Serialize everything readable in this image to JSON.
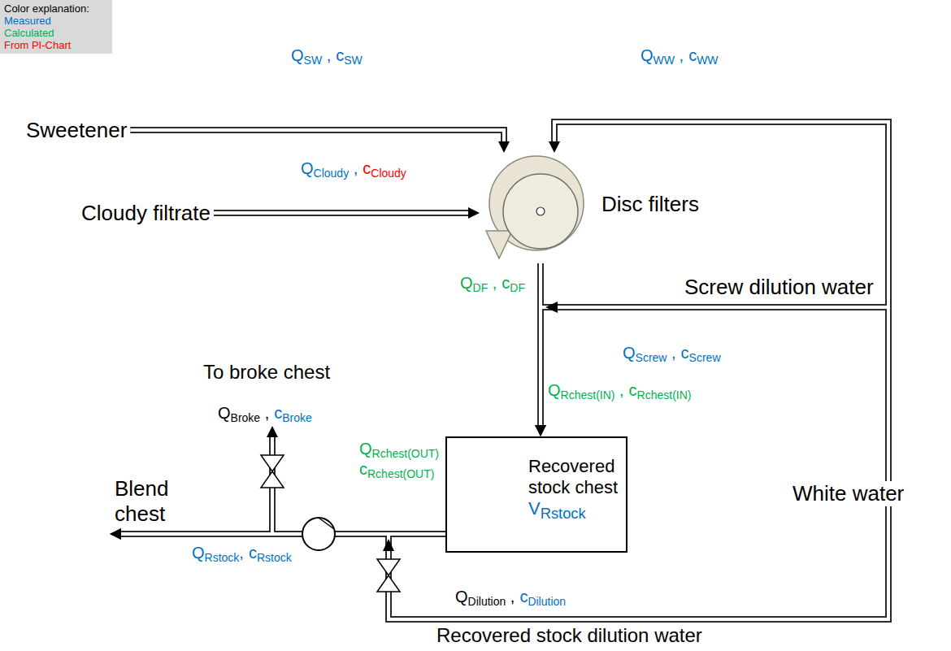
{
  "diagram": {
    "nodes": [
      {
        "text": [
          "Sweetener"
        ]
      },
      {
        "text": [
          "Cloudy filtrate"
        ]
      },
      {
        "text": [
          "Disc filters"
        ]
      },
      {
        "text": [
          "White water"
        ]
      },
      {
        "text": [
          "Recovered stock chest",
          "VRstock"
        ]
      },
      {
        "text": [
          "To broke chest"
        ]
      },
      {
        "text": [
          "Blend chest"
        ]
      }
    ],
    "edges": [
      {
        "from": 0,
        "to": 2,
        "arrow": "to"
      },
      {
        "from": 1,
        "to": 2,
        "arrow": "to"
      },
      {
        "from": 3,
        "to": 2,
        "arrow": "to"
      },
      {
        "from": 3,
        "to": 4,
        "label": "Screw dilution water",
        "arrow": "to"
      },
      {
        "from": 2,
        "to": 4,
        "arrow": "to"
      },
      {
        "from": 4,
        "to": 6,
        "arrow": "to"
      },
      {
        "from": 4,
        "to": 5,
        "arrow": "to"
      },
      {
        "from": 3,
        "to": 6,
        "label": "Recovered stock dilution water",
        "arrow": "to"
      }
    ],
    "labels": [
      "Color explanation:",
      "QSW ,",
      "cSW",
      "QCloudy ,",
      "cCloudy",
      "QWW ,",
      "cWW",
      "QDF ,",
      "cDF",
      "QScrew ,",
      "cScrew",
      "QRchest(IN) ,",
      "cRchest(IN)",
      "QRchest(OUT)",
      "cRchest(OUT)",
      "QBroke ,",
      "cBroke",
      "QRstock,",
      "cRstock",
      "QDilution ,",
      "cDilution"
    ],
    "legend": [
      {
        "text": "Measured",
        "color": "#0070c0"
      },
      {
        "text": "Calculated",
        "color": "#00b050"
      },
      {
        "text": "From PI-Chart",
        "color": "#ff0000"
      }
    ]
  }
}
